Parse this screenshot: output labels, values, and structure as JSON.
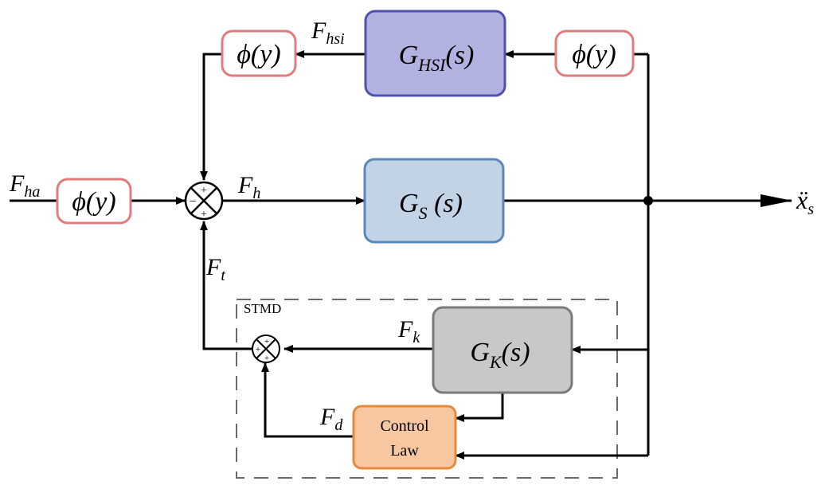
{
  "blocks": {
    "ghsi": {
      "main": "G",
      "sub": "HSI",
      "tail": "(s)"
    },
    "gs": {
      "main": "G",
      "sub": "S",
      "tail": " (s)"
    },
    "gk": {
      "main": "G",
      "sub": "K",
      "tail": "(s)"
    },
    "control_law": {
      "line1": "Control",
      "line2": "Law"
    }
  },
  "nonlinear_blocks": {
    "label": "ϕ(y)"
  },
  "signals": {
    "f_ha": {
      "main": "F",
      "sub": "ha"
    },
    "f_hsi": {
      "main": "F",
      "sub": "hsi"
    },
    "f_h": {
      "main": "F",
      "sub": "h"
    },
    "f_t": {
      "main": "F",
      "sub": "t"
    },
    "f_k": {
      "main": "F",
      "sub": "k"
    },
    "f_d": {
      "main": "F",
      "sub": "d"
    },
    "x_s": {
      "main": "ẍ",
      "sub": "s"
    }
  },
  "summing_junctions": {
    "main": {
      "top": "+",
      "left": "−",
      "bottom": "+"
    },
    "stmd": {
      "top": "+",
      "left": "+",
      "bottom": "+"
    }
  },
  "region": {
    "stmd_label": "STMD"
  },
  "colors": {
    "nonlinear_border": "#E27C7C",
    "ghsi_fill": "#B2B2E0",
    "ghsi_border": "#5050B0",
    "gs_fill": "#C3D3E6",
    "gs_border": "#5B87B8",
    "gk_fill": "#C8C8C8",
    "gk_border": "#7A7A7A",
    "control_fill": "#F6C7A0",
    "control_border": "#E8883A"
  }
}
